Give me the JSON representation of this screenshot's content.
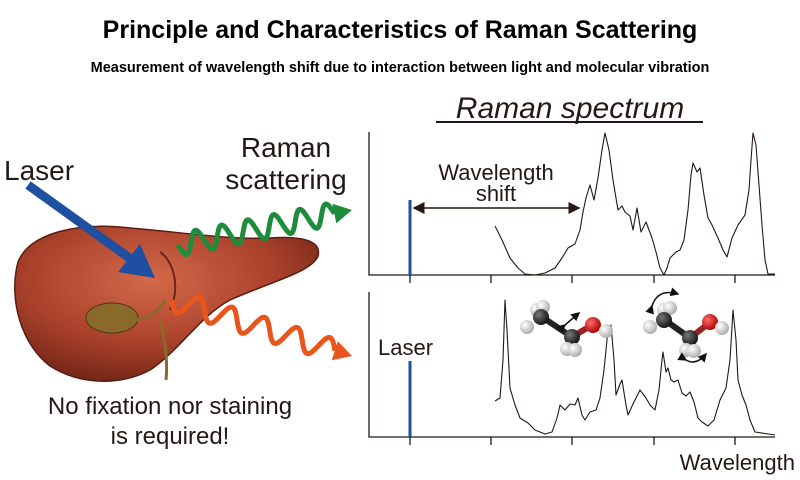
{
  "title": "Principle and Characteristics of Raman Scattering",
  "subtitle": "Measurement of wavelength shift due to interaction between light and molecular vibration",
  "left": {
    "laser_label": "Laser",
    "raman_label_line1": "Raman",
    "raman_label_line2": "scattering",
    "note_line1": "No fixation nor staining",
    "note_line2": "is required!"
  },
  "spectrum": {
    "heading": "Raman spectrum",
    "shift_line1": "Wavelength",
    "shift_line2": "shift",
    "laser_label": "Laser",
    "x_axis_label": "Wavelength"
  },
  "colors": {
    "laser_blue": "#1e4fa0",
    "raman_green": "#1e8c3a",
    "scatter_orange": "#e8561c",
    "liver": "#a8402a",
    "oxygen_red": "#d11a1a"
  }
}
